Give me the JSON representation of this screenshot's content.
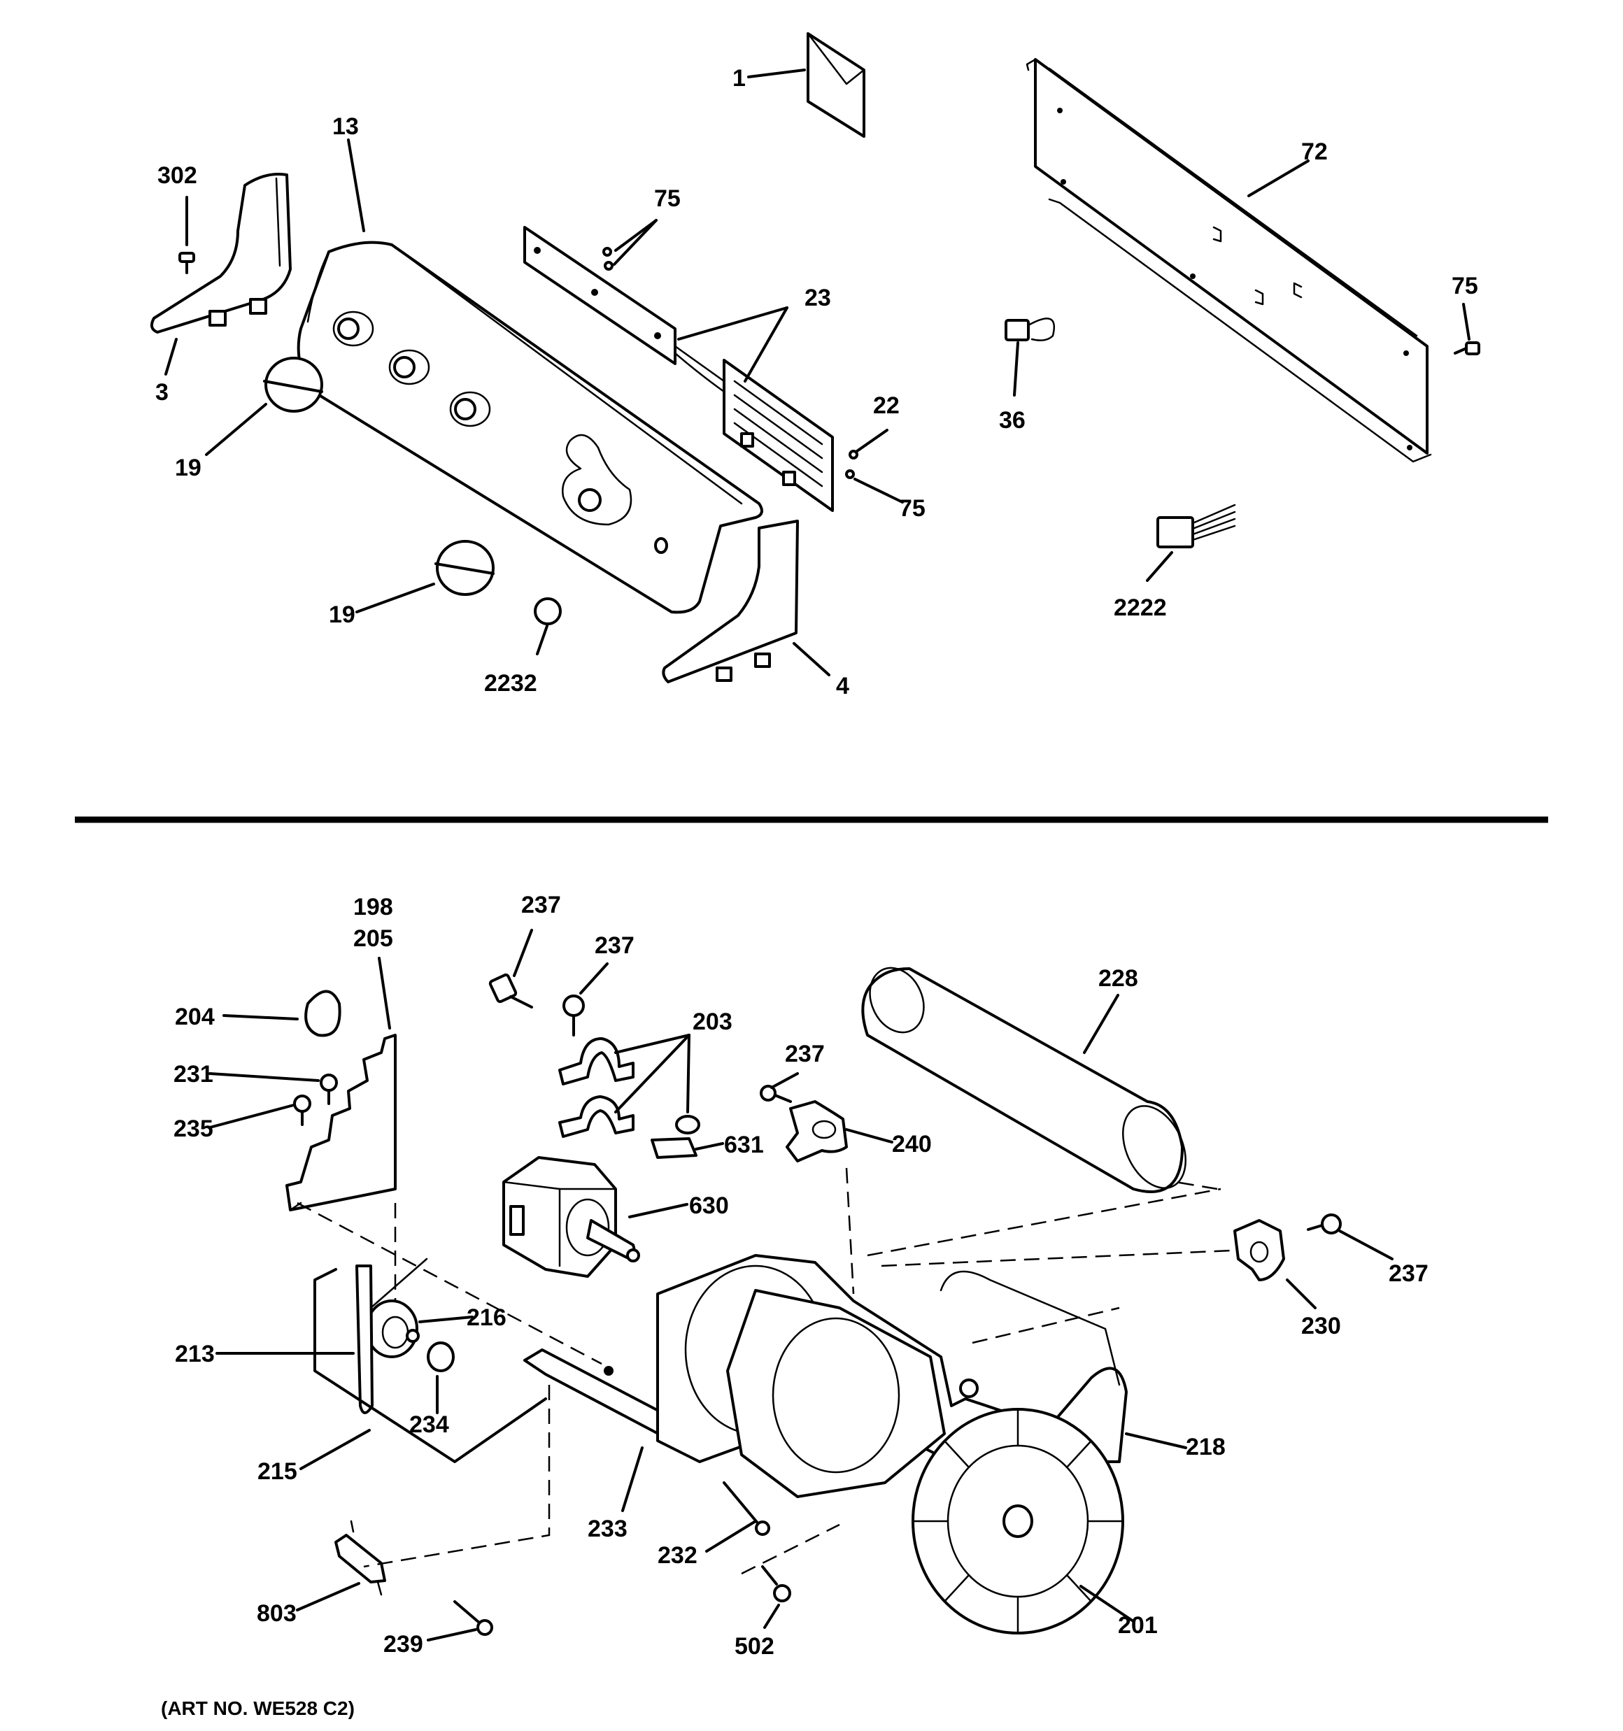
{
  "parts_upper": [
    {
      "id": "p1",
      "label": "1"
    },
    {
      "id": "p72",
      "label": "72"
    },
    {
      "id": "p13",
      "label": "13"
    },
    {
      "id": "p302",
      "label": "302"
    },
    {
      "id": "p75a",
      "label": "75"
    },
    {
      "id": "p23",
      "label": "23"
    },
    {
      "id": "p75b",
      "label": "75"
    },
    {
      "id": "p3",
      "label": "3"
    },
    {
      "id": "p36",
      "label": "36"
    },
    {
      "id": "p22",
      "label": "22"
    },
    {
      "id": "p19a",
      "label": "19"
    },
    {
      "id": "p75c",
      "label": "75"
    },
    {
      "id": "p19b",
      "label": "19"
    },
    {
      "id": "p2222",
      "label": "2222"
    },
    {
      "id": "p2232",
      "label": "2232"
    },
    {
      "id": "p4",
      "label": "4"
    }
  ],
  "parts_lower": [
    {
      "id": "p237a",
      "label": "237"
    },
    {
      "id": "p198",
      "label": "198"
    },
    {
      "id": "p205",
      "label": "205"
    },
    {
      "id": "p237b",
      "label": "237"
    },
    {
      "id": "p228",
      "label": "228"
    },
    {
      "id": "p204",
      "label": "204"
    },
    {
      "id": "p203",
      "label": "203"
    },
    {
      "id": "p237c",
      "label": "237"
    },
    {
      "id": "p231",
      "label": "231"
    },
    {
      "id": "p235",
      "label": "235"
    },
    {
      "id": "p631",
      "label": "631"
    },
    {
      "id": "p240",
      "label": "240"
    },
    {
      "id": "p630",
      "label": "630"
    },
    {
      "id": "p237d",
      "label": "237"
    },
    {
      "id": "p216",
      "label": "216"
    },
    {
      "id": "p230",
      "label": "230"
    },
    {
      "id": "p213",
      "label": "213"
    },
    {
      "id": "p234",
      "label": "234"
    },
    {
      "id": "p218",
      "label": "218"
    },
    {
      "id": "p215",
      "label": "215"
    },
    {
      "id": "p233",
      "label": "233"
    },
    {
      "id": "p232",
      "label": "232"
    },
    {
      "id": "p803",
      "label": "803"
    },
    {
      "id": "p201",
      "label": "201"
    },
    {
      "id": "p502",
      "label": "502"
    },
    {
      "id": "p239",
      "label": "239"
    }
  ],
  "caption": "(ART NO. WE528 C2)"
}
